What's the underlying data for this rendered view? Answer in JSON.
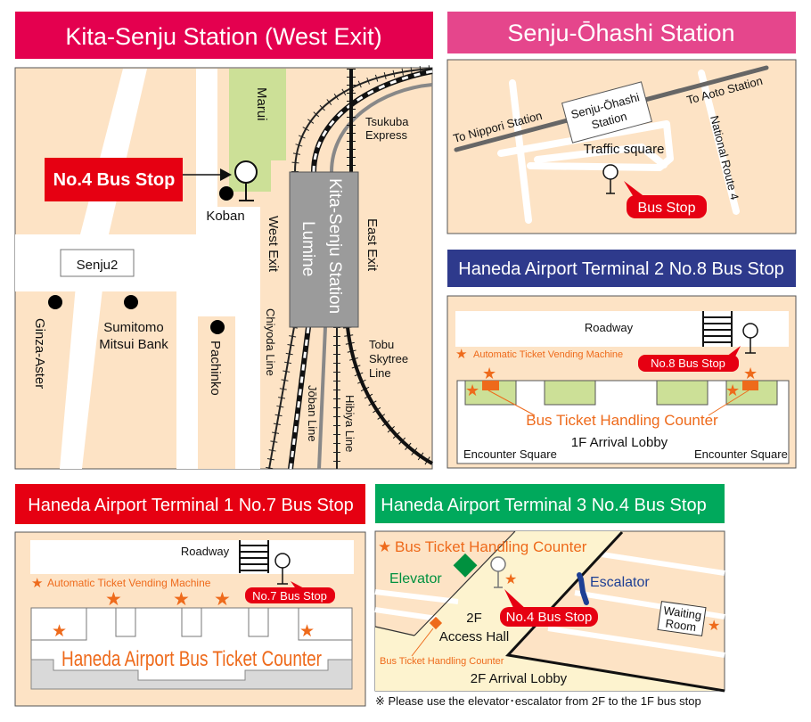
{
  "colors": {
    "kita_senju": "#e4004f",
    "senju_ohashi": "#e5468c",
    "terminal2": "#2e3a8c",
    "terminal1": "#e60012",
    "terminal3": "#00a95c",
    "map_bg": "#fde3c5",
    "accent_orange": "#ee6a1b",
    "bus_stop_red": "#e60012"
  },
  "kita_senju": {
    "title": "Kita-Senju Station (West Exit)",
    "bus_stop": "No.4 Bus Stop",
    "maruі": "Marui",
    "marui": "Marui",
    "koban": "Koban",
    "senju2": "Senju2",
    "sumitomo_1": "Sumitomo",
    "sumitomo_2": "Mitsui Bank",
    "ginza_aster": "Ginza-Aster",
    "pachinko": "Pachinko",
    "west_exit": "West Exit",
    "east_exit": "East Exit",
    "station": "Kita-Senju Station",
    "lumine": "Lumine",
    "tsukuba_1": "Tsukuba",
    "tsukuba_2": "Express",
    "chiyoda": "Chiyoda Line",
    "joban": "Jōban Line",
    "hibiya": "Hibiya Line",
    "tobu_1": "Tobu",
    "tobu_2": "Skytree",
    "tobu_3": "Line"
  },
  "senju_ohashi": {
    "title": "Senju-Ōhashi Station",
    "to_nippori": "To Nippori Station",
    "to_aoto": "To Aoto Station",
    "station_1": "Senju-Ōhashi",
    "station_2": "Station",
    "traffic_square": "Traffic square",
    "route4": "National Route 4",
    "bus_stop": "Bus Stop"
  },
  "terminal2": {
    "title": "Haneda Airport Terminal 2 No.8 Bus Stop",
    "roadway": "Roadway",
    "vending": "Automatic Ticket Vending Machine",
    "bus_stop": "No.8 Bus Stop",
    "counter": "Bus Ticket Handling Counter",
    "lobby": "1F Arrival Lobby",
    "encounter_left": "Encounter Square",
    "encounter_right": "Encounter Square"
  },
  "terminal1": {
    "title": "Haneda Airport Terminal 1 No.7 Bus Stop",
    "roadway": "Roadway",
    "vending": "Automatic Ticket Vending Machine",
    "bus_stop": "No.7 Bus Stop",
    "counter": "Haneda Airport Bus Ticket Counter"
  },
  "terminal3": {
    "title": "Haneda Airport Terminal 3 No.4 Bus Stop",
    "counter_top": "Bus Ticket Handling Counter",
    "elevator": "Elevator",
    "escalator": "Escalator",
    "bus_stop": "No.4 Bus Stop",
    "waiting_1": "Waiting",
    "waiting_2": "Room",
    "hall_1": "2F",
    "hall_2": "Access Hall",
    "counter_small": "Bus Ticket Handling Counter",
    "lobby": "2F Arrival Lobby",
    "note": "※ Please use the elevator･escalator from 2F to the 1F bus stop"
  },
  "legend": {
    "star": "★"
  }
}
